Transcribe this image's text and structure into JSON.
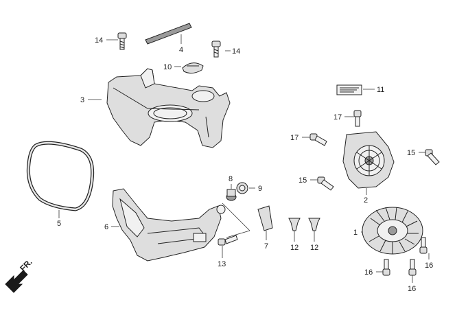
{
  "labels": {
    "n1": "1",
    "n2": "2",
    "n3": "3",
    "n4": "4",
    "n5": "5",
    "n6": "6",
    "n7": "7",
    "n8": "8",
    "n9": "9",
    "n10": "10",
    "n11": "11",
    "n12a": "12",
    "n12b": "12",
    "n13": "13",
    "n14a": "14",
    "n14b": "14",
    "n15a": "15",
    "n15b": "15",
    "n16a": "16",
    "n16b": "16",
    "n16c": "16",
    "n17a": "17",
    "n17b": "17"
  },
  "direction_label": "FR."
}
